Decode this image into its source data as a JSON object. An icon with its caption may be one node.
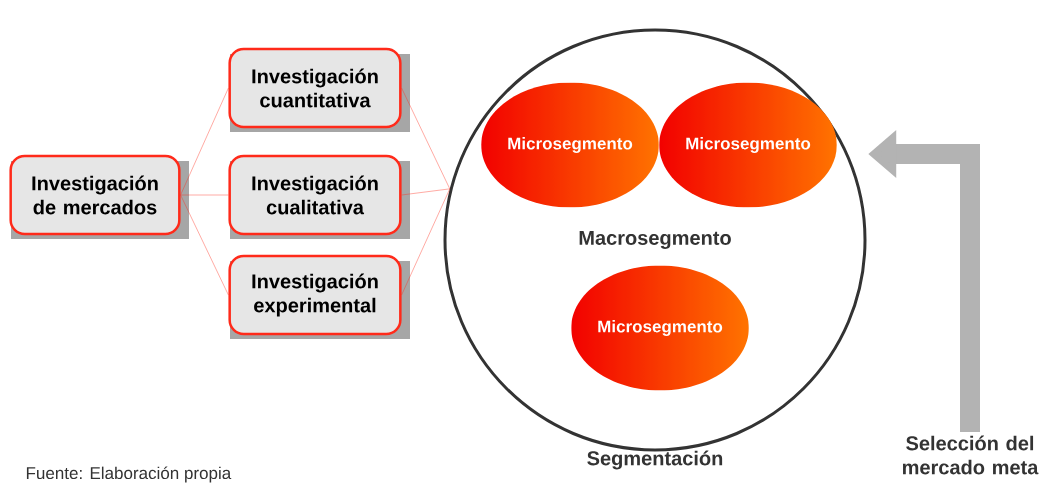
{
  "diagram": {
    "caption": "Fuente: Elaboración propia",
    "nodes": [
      {
        "text": [
          "Investigación de mercados"
        ]
      },
      {
        "text": [
          "Investigación cuantitativa"
        ]
      },
      {
        "text": [
          "Investigación cualitativa"
        ]
      },
      {
        "text": [
          "Investigación experimental"
        ]
      },
      {
        "text": [
          "Macrosegmento"
        ],
        "beside": [
          "Segmentación"
        ]
      },
      {
        "text": [
          "Microsegmento"
        ],
        "in": 4
      },
      {
        "text": [
          "Microsegmento"
        ],
        "in": 4
      },
      {
        "text": [
          "Microsegmento"
        ],
        "in": 4
      },
      {
        "text": [
          "Selección del mercado meta"
        ]
      }
    ],
    "edges": [
      {
        "from": 0,
        "to": 1,
        "arrow": "none"
      },
      {
        "from": 0,
        "to": 2,
        "arrow": "none"
      },
      {
        "from": 0,
        "to": 3,
        "arrow": "none"
      },
      {
        "from": 1,
        "to": 4,
        "arrow": "none"
      },
      {
        "from": 2,
        "to": 4,
        "arrow": "none"
      },
      {
        "from": 3,
        "to": 4,
        "arrow": "none"
      },
      {
        "from": 8,
        "to": 4,
        "arrow": "to",
        "style": "thick",
        "color": "#b3b3b3"
      }
    ]
  }
}
